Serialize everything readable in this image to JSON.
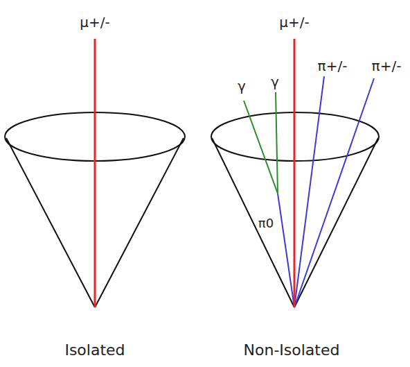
{
  "diagram": {
    "labels": [
      "μ+/-",
      "μ+/-",
      "γ",
      "γ",
      "π+/-",
      "π+/-",
      "π0",
      "Isolated",
      "Non-Isolated"
    ]
  }
}
